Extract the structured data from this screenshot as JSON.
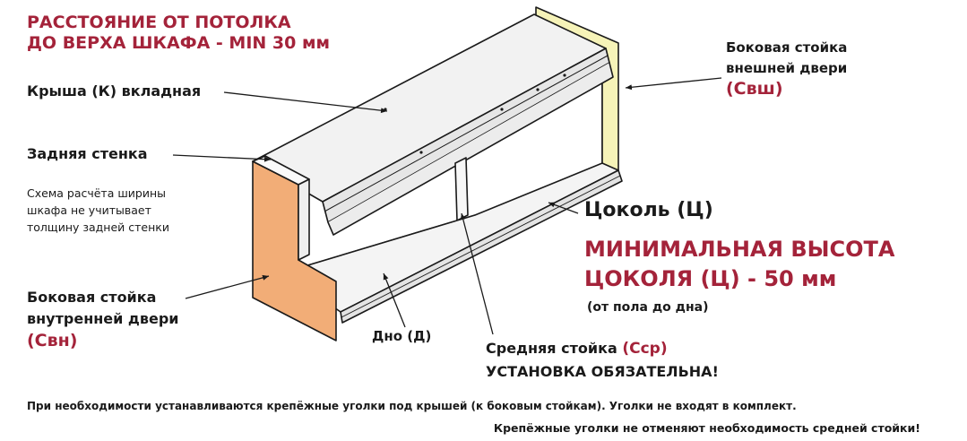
{
  "colors": {
    "accent": "#a4233a",
    "text": "#1a1a1a",
    "side_outer": "#f6f3b8",
    "side_inner": "#f2ad77",
    "panel": "#f2f2f2"
  },
  "labels": {
    "ceiling_line1": "РАССТОЯНИЕ ОТ ПОТОЛКА",
    "ceiling_line2": "ДО ВЕРХА ШКАФА - MIN 30 мм",
    "roof": "Крыша (К) вкладная",
    "back_wall": "Задняя стенка",
    "note_line1": "Схема расчёта ширины",
    "note_line2": "шкафа не учитывает",
    "note_line3": "толщину задней стенки",
    "inner_side_line1": "Боковая стойка",
    "inner_side_line2": "внутренней двери",
    "inner_side_code": "(Свн)",
    "bottom": "Дно (Д)",
    "middle_prefix": "Средняя стойка ",
    "middle_code": "(Сср)",
    "middle_required": "УСТАНОВКА ОБЯЗАТЕЛЬНА!",
    "outer_side_line1": "Боковая стойка",
    "outer_side_line2": "внешней двери",
    "outer_side_code": "(Свш)",
    "plinth": "Цоколь (Ц)",
    "plinth_min_line1": "МИНИМАЛЬНАЯ ВЫСОТА",
    "plinth_min_line2": "ЦОКОЛЯ (Ц) - 50 мм",
    "plinth_note": "(от пола до дна)"
  },
  "footer": {
    "line1": "При необходимости устанавливаются крепёжные уголки под крышей (к боковым стойкам). Уголки не входят в комплект.",
    "line2": "Крепёжные уголки не отменяют необходимость средней стойки!"
  }
}
